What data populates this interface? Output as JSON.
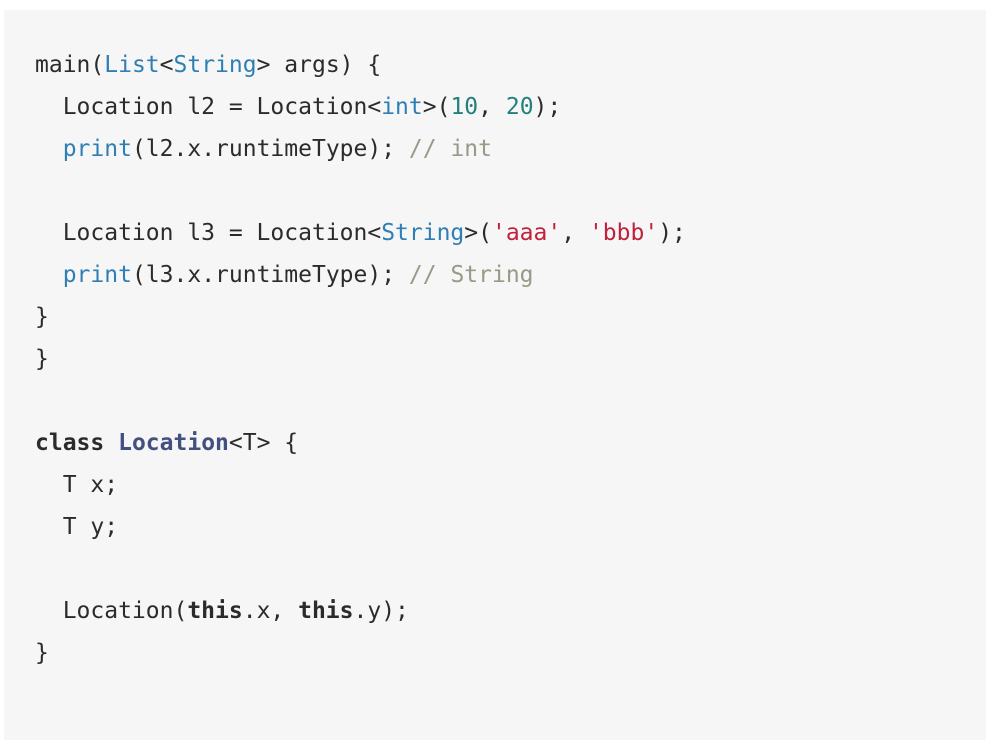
{
  "code": {
    "lines": [
      [
        [
          "main(",
          "plain"
        ],
        [
          "List",
          "type"
        ],
        [
          "<",
          "plain"
        ],
        [
          "String",
          "type"
        ],
        [
          "> args) {",
          "plain"
        ]
      ],
      [
        [
          "  Location l2 = Location<",
          "plain"
        ],
        [
          "int",
          "type"
        ],
        [
          ">(",
          "plain"
        ],
        [
          "10",
          "num"
        ],
        [
          ", ",
          "plain"
        ],
        [
          "20",
          "num"
        ],
        [
          ");",
          "plain"
        ]
      ],
      [
        [
          "  ",
          "plain"
        ],
        [
          "print",
          "type"
        ],
        [
          "(l2.x.runtimeType); ",
          "plain"
        ],
        [
          "// int",
          "comment"
        ]
      ],
      [],
      [
        [
          "  Location l3 = Location<",
          "plain"
        ],
        [
          "String",
          "type"
        ],
        [
          ">(",
          "plain"
        ],
        [
          "'aaa'",
          "str"
        ],
        [
          ", ",
          "plain"
        ],
        [
          "'bbb'",
          "str"
        ],
        [
          ");",
          "plain"
        ]
      ],
      [
        [
          "  ",
          "plain"
        ],
        [
          "print",
          "type"
        ],
        [
          "(l3.x.runtimeType); ",
          "plain"
        ],
        [
          "// String",
          "comment"
        ]
      ],
      [
        [
          "}",
          "plain"
        ]
      ],
      [
        [
          "}",
          "plain"
        ]
      ],
      [],
      [
        [
          "class",
          "kw"
        ],
        [
          " ",
          "plain"
        ],
        [
          "Location",
          "classname"
        ],
        [
          "<T> {",
          "plain"
        ]
      ],
      [
        [
          "  T x;",
          "plain"
        ]
      ],
      [
        [
          "  T y;",
          "plain"
        ]
      ],
      [],
      [
        [
          "  Location(",
          "plain"
        ],
        [
          "this",
          "kw"
        ],
        [
          ".x, ",
          "plain"
        ],
        [
          "this",
          "kw"
        ],
        [
          ".y);",
          "plain"
        ]
      ],
      [
        [
          "}",
          "plain"
        ]
      ]
    ]
  }
}
